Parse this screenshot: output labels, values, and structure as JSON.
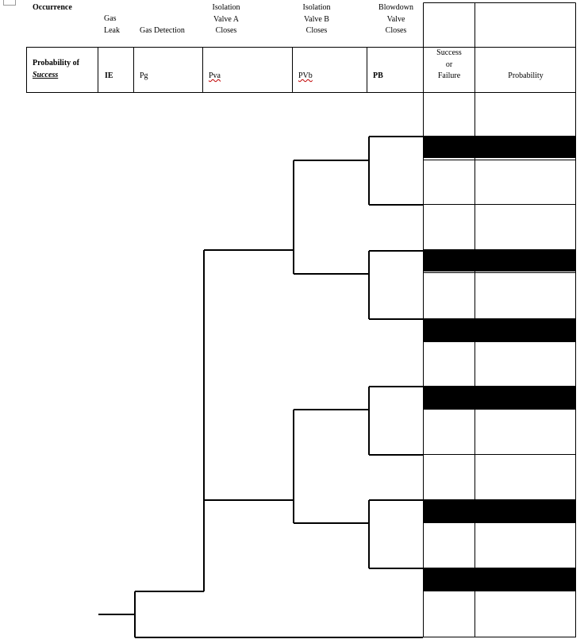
{
  "header": {
    "occurrence": "Occurrence",
    "gas_leak": "Gas\nLeak",
    "gas_detection": "Gas Detection",
    "isolation_a": "Isolation\nValve A\nCloses",
    "isolation_b": "Isolation\nValve B\nCloses",
    "blowdown": "Blowdown\nValve\nCloses"
  },
  "row2": {
    "prob_success_line1": "Probability of",
    "prob_success_line2": "Success",
    "ie": "IE",
    "pg": "Pg",
    "pva": "Pva",
    "pvb": "PVb",
    "pb": "PB",
    "success_or_failure": "Success\nor\nFailure",
    "probability": "Probability"
  },
  "colors": {
    "line": "#000000",
    "shaded_cell": "#000000",
    "spell_mark": "#c00000"
  }
}
